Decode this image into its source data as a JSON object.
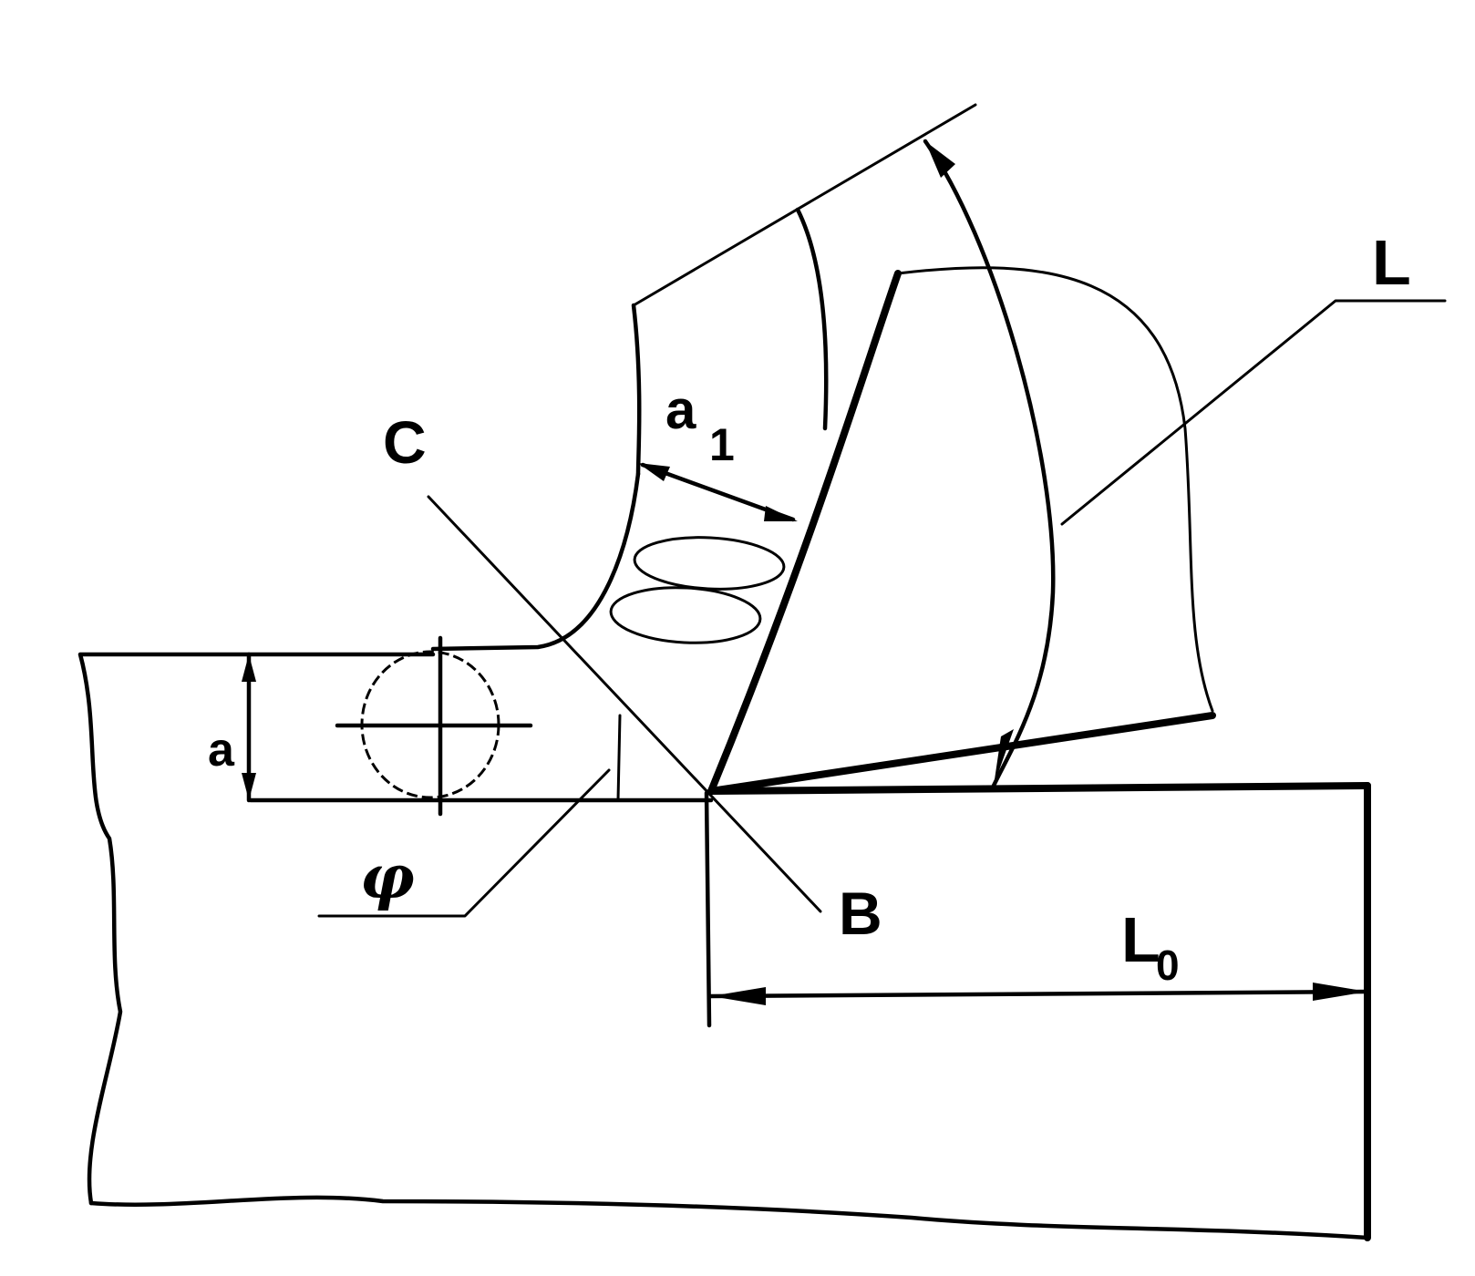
{
  "figure": {
    "labels": {
      "c": "C",
      "b": "B",
      "l": "L",
      "l0_main": "L",
      "l0_sub": "0",
      "a": "a",
      "a1_main": "a",
      "a1_sub": "1",
      "phi": "φ"
    }
  }
}
